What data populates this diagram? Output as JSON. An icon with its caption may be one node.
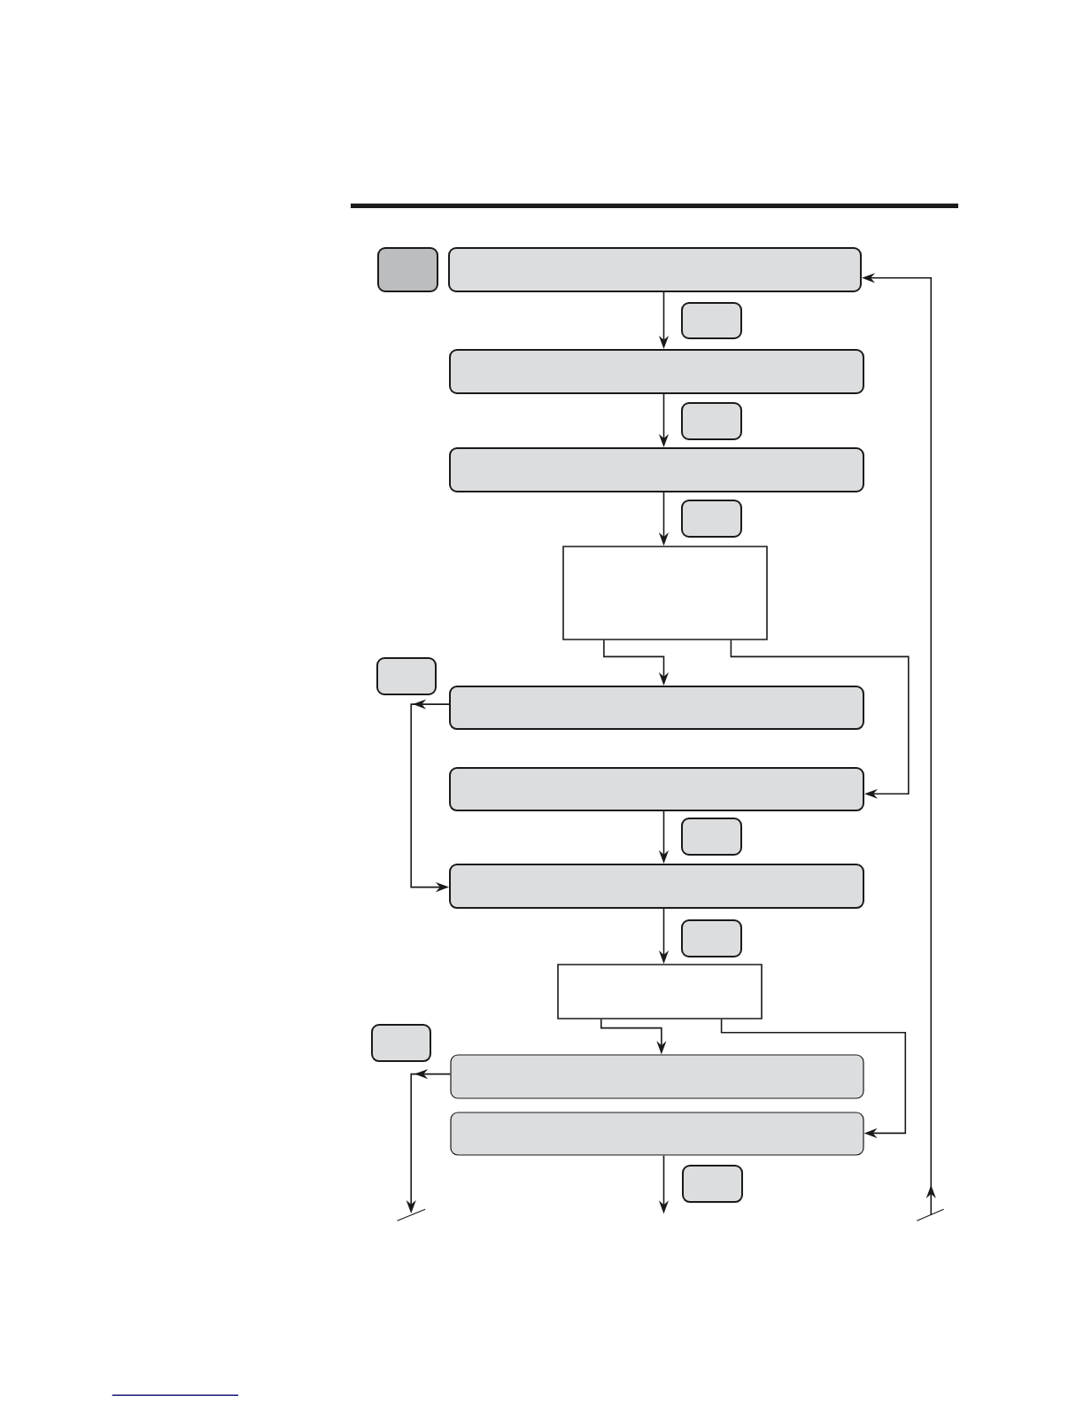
{
  "diagram": {
    "nodes": [
      {
        "text": [],
        "shape": "box"
      },
      {
        "text": [],
        "shape": "box"
      },
      {
        "text": [],
        "shape": "box"
      },
      {
        "text": [],
        "shape": "box"
      },
      {
        "text": [],
        "shape": "box"
      },
      {
        "text": [],
        "shape": "box"
      },
      {
        "text": [],
        "shape": "box"
      },
      {
        "text": [],
        "shape": "box"
      },
      {
        "text": [],
        "shape": "box"
      },
      {
        "text": [],
        "shape": "box"
      },
      {
        "text": [],
        "shape": "box"
      },
      {
        "text": [],
        "shape": "box"
      },
      {
        "text": [],
        "shape": "box"
      },
      {
        "text": [],
        "shape": "box"
      },
      {
        "text": [],
        "shape": "box"
      },
      {
        "text": [],
        "shape": "box"
      },
      {
        "text": [],
        "shape": "box"
      },
      {
        "text": [],
        "shape": "box"
      },
      {
        "text": [],
        "shape": "box"
      }
    ],
    "edges": [
      {
        "from": 1,
        "to": 3,
        "arrow": "to"
      },
      {
        "from": 3,
        "to": 5,
        "arrow": "to"
      },
      {
        "from": 5,
        "to": 7,
        "arrow": "to"
      },
      {
        "from": 7,
        "to": 9,
        "arrow": "to"
      },
      {
        "from": 7,
        "to": 10,
        "arrow": "to"
      },
      {
        "from": 9,
        "to": 12,
        "arrow": "to"
      },
      {
        "from": 10,
        "to": 12,
        "arrow": "to"
      },
      {
        "from": 12,
        "to": 14,
        "arrow": "to"
      },
      {
        "from": 14,
        "to": 16,
        "arrow": "to"
      },
      {
        "from": 14,
        "to": 17,
        "arrow": "to"
      },
      {
        "from": 16,
        "to": null,
        "arrow": "to"
      },
      {
        "from": 17,
        "to": null,
        "arrow": "to"
      },
      {
        "from": null,
        "to": 1,
        "arrow": "to"
      }
    ]
  }
}
